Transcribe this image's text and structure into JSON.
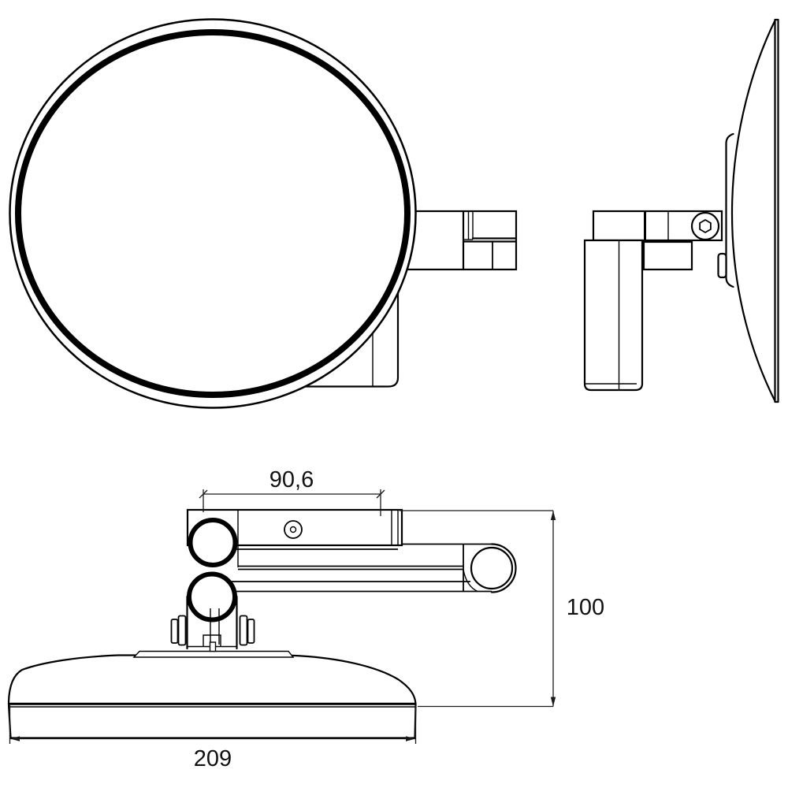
{
  "dimensions": {
    "arm_projection": {
      "label": "90,6"
    },
    "height": {
      "label": "100"
    },
    "base_width": {
      "label": "209"
    }
  },
  "colors": {
    "line": "#000000",
    "dimension_text": "#111111",
    "background": "#ffffff"
  }
}
